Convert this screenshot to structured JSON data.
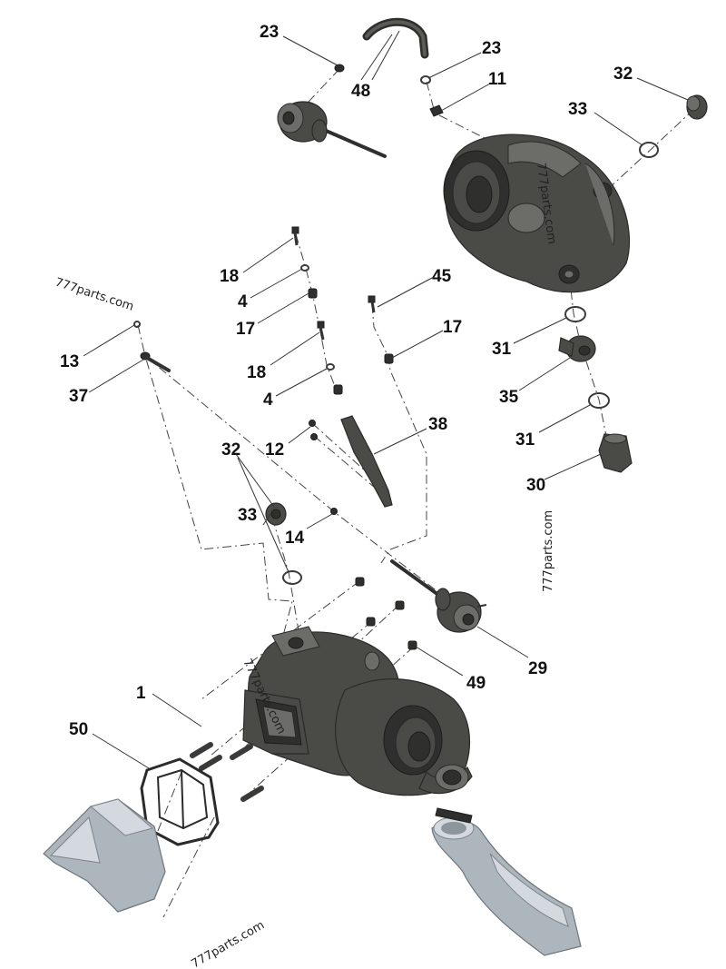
{
  "callouts": [
    {
      "id": "c23a",
      "label": "23"
    },
    {
      "id": "c48",
      "label": "48"
    },
    {
      "id": "c23b",
      "label": "23"
    },
    {
      "id": "c11",
      "label": "11"
    },
    {
      "id": "c32a",
      "label": "32"
    },
    {
      "id": "c33a",
      "label": "33"
    },
    {
      "id": "c18a",
      "label": "18"
    },
    {
      "id": "c4a",
      "label": "4"
    },
    {
      "id": "c17a",
      "label": "17"
    },
    {
      "id": "c45",
      "label": "45"
    },
    {
      "id": "c13",
      "label": "13"
    },
    {
      "id": "c37",
      "label": "37"
    },
    {
      "id": "c18b",
      "label": "18"
    },
    {
      "id": "c4b",
      "label": "4"
    },
    {
      "id": "c17b",
      "label": "17"
    },
    {
      "id": "c31a",
      "label": "31"
    },
    {
      "id": "c35",
      "label": "35"
    },
    {
      "id": "c38",
      "label": "38"
    },
    {
      "id": "c32b",
      "label": "32"
    },
    {
      "id": "c12",
      "label": "12"
    },
    {
      "id": "c31b",
      "label": "31"
    },
    {
      "id": "c30",
      "label": "30"
    },
    {
      "id": "c33b",
      "label": "33"
    },
    {
      "id": "c14",
      "label": "14"
    },
    {
      "id": "c29",
      "label": "29"
    },
    {
      "id": "c1",
      "label": "1"
    },
    {
      "id": "c49",
      "label": "49"
    },
    {
      "id": "c50",
      "label": "50"
    }
  ],
  "watermarks": [
    {
      "id": "wm1",
      "text": "777parts.com"
    },
    {
      "id": "wm2",
      "text": "777parts.com"
    },
    {
      "id": "wm3",
      "text": "777parts.com"
    },
    {
      "id": "wm4",
      "text": "777parts.com"
    },
    {
      "id": "wm5",
      "text": "777parts.com"
    }
  ],
  "colors": {
    "part_dark": "#4a4a47",
    "pipe_light": "#aeb6bd",
    "background": "#ffffff"
  }
}
